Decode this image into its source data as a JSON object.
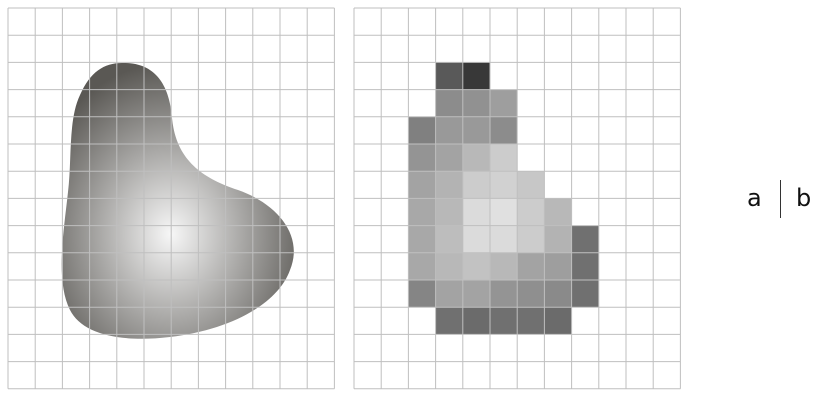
{
  "panel_labels": {
    "a": "a",
    "b": "b"
  },
  "colors": {
    "grid": "#bfbfbf",
    "blob_center": "#f7f7f7",
    "blob_edge": "#5a5854"
  },
  "panel_b_cell_gray_levels": [
    [
      null,
      null,
      null,
      null,
      null,
      null,
      null,
      null,
      null,
      null,
      null,
      null
    ],
    [
      null,
      null,
      null,
      null,
      null,
      null,
      null,
      null,
      null,
      null,
      null,
      null
    ],
    [
      null,
      null,
      null,
      0.35,
      0.22,
      null,
      null,
      null,
      null,
      null,
      null,
      null
    ],
    [
      null,
      null,
      null,
      0.55,
      0.57,
      0.62,
      null,
      null,
      null,
      null,
      null,
      null
    ],
    [
      null,
      null,
      0.5,
      0.6,
      0.6,
      0.55,
      null,
      null,
      null,
      null,
      null,
      null
    ],
    [
      null,
      null,
      0.58,
      0.64,
      0.72,
      0.8,
      null,
      null,
      null,
      null,
      null,
      null
    ],
    [
      null,
      null,
      0.64,
      0.7,
      0.8,
      0.82,
      0.78,
      null,
      null,
      null,
      null,
      null
    ],
    [
      null,
      null,
      0.66,
      0.72,
      0.86,
      0.88,
      0.8,
      0.72,
      null,
      null,
      null,
      null
    ],
    [
      null,
      null,
      0.66,
      0.74,
      0.86,
      0.86,
      0.8,
      0.7,
      0.44,
      null,
      null,
      null
    ],
    [
      null,
      null,
      0.66,
      0.72,
      0.76,
      0.72,
      0.64,
      0.62,
      0.44,
      null,
      null,
      null
    ],
    [
      null,
      null,
      0.52,
      0.64,
      0.64,
      0.58,
      0.56,
      0.54,
      0.44,
      null,
      null,
      null
    ],
    [
      null,
      null,
      null,
      0.44,
      0.42,
      0.44,
      0.44,
      0.42,
      null,
      null,
      null,
      null
    ],
    [
      null,
      null,
      null,
      null,
      null,
      null,
      null,
      null,
      null,
      null,
      null,
      null
    ],
    [
      null,
      null,
      null,
      null,
      null,
      null,
      null,
      null,
      null,
      null,
      null,
      null
    ]
  ]
}
